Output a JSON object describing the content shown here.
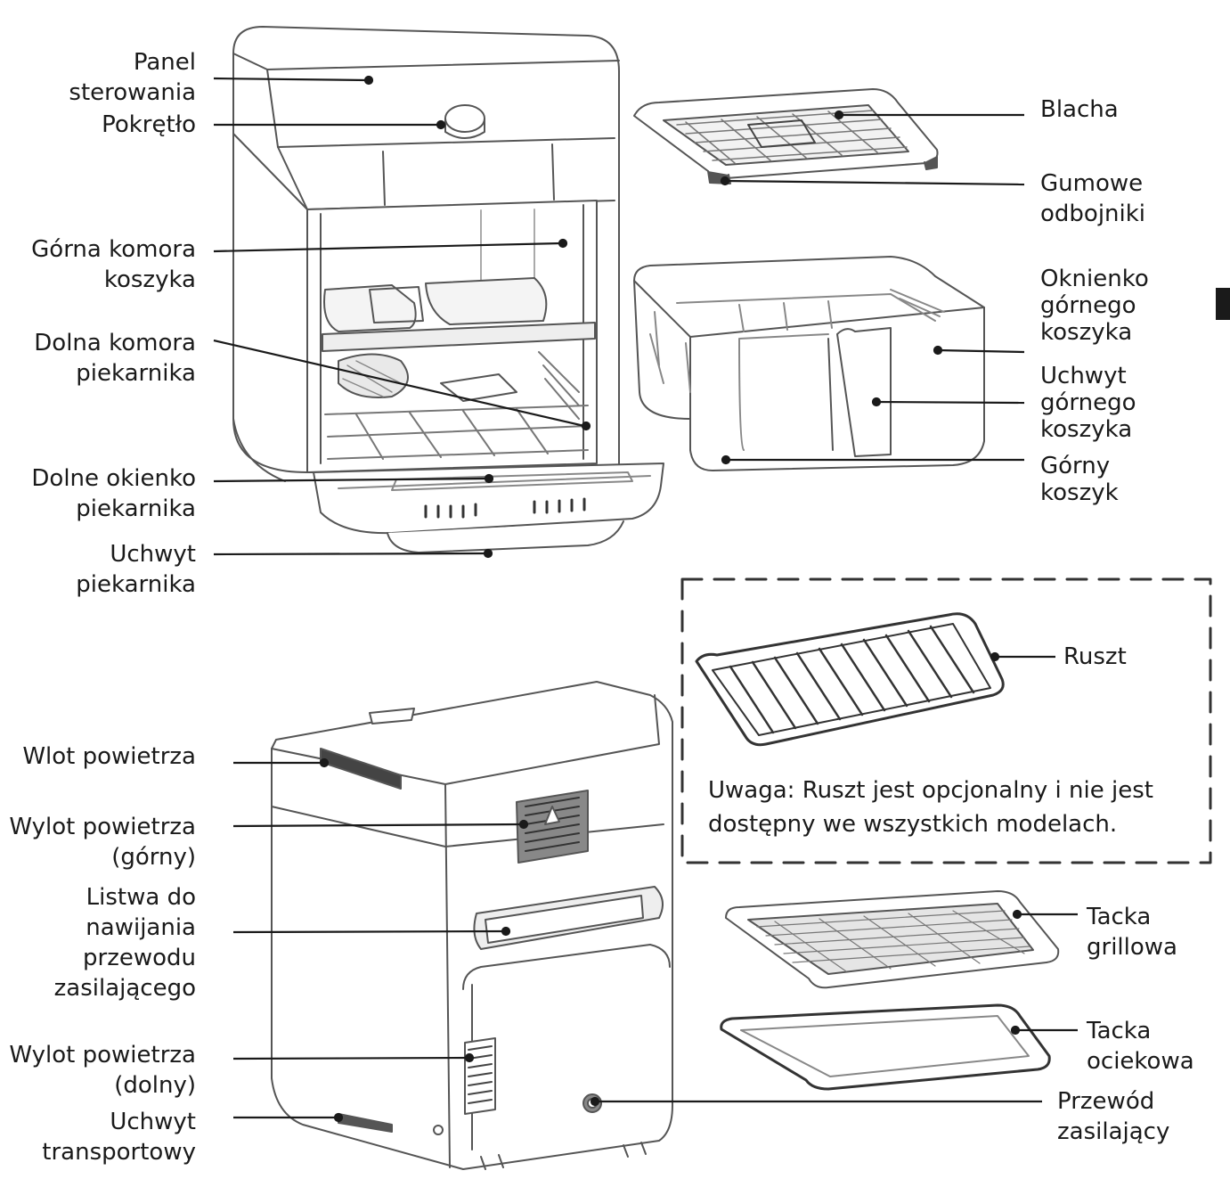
{
  "labels": {
    "panel": [
      "Panel",
      "sterowania"
    ],
    "knob": [
      "Pokrętło"
    ],
    "upper_chamber": [
      "Górna komora",
      "koszyka"
    ],
    "lower_chamber": [
      "Dolna komora",
      "piekarnika"
    ],
    "lower_window": [
      "Dolne okienko",
      "piekarnika"
    ],
    "oven_handle": [
      "Uchwyt",
      "piekarnika"
    ],
    "baking_plate": [
      "Blacha"
    ],
    "rubber_bumpers": [
      "Gumowe",
      "odbojniki"
    ],
    "upper_basket_window": [
      "Oknienko",
      "górnego",
      "koszyka"
    ],
    "upper_basket_handle": [
      "Uchwyt",
      "górnego",
      "koszyka"
    ],
    "upper_basket": [
      "Górny",
      "koszyk"
    ],
    "rack": [
      "Ruszt"
    ],
    "air_inlet": [
      "Wlot powietrza"
    ],
    "air_outlet_top": [
      "Wylot powietrza",
      "(górny)"
    ],
    "cord_wrap": [
      "Listwa do",
      "nawijania",
      "przewodu",
      "zasilającego"
    ],
    "air_outlet_bottom": [
      "Wylot powietrza",
      "(dolny)"
    ],
    "carry_handle": [
      "Uchwyt",
      "transportowy"
    ],
    "grill_tray": [
      "Tacka",
      "grillowa"
    ],
    "drip_tray": [
      "Tacka",
      "ociekowa"
    ],
    "power_cord": [
      "Przewód",
      "zasilający"
    ]
  },
  "note": [
    "Uwaga: Ruszt jest opcjonalny i nie jest",
    "dostępny we wszystkich modelach."
  ],
  "colors": {
    "line": "#1a1a1a",
    "outline": "#555555",
    "fill": "#ffffff",
    "shade": "#dddddd"
  }
}
